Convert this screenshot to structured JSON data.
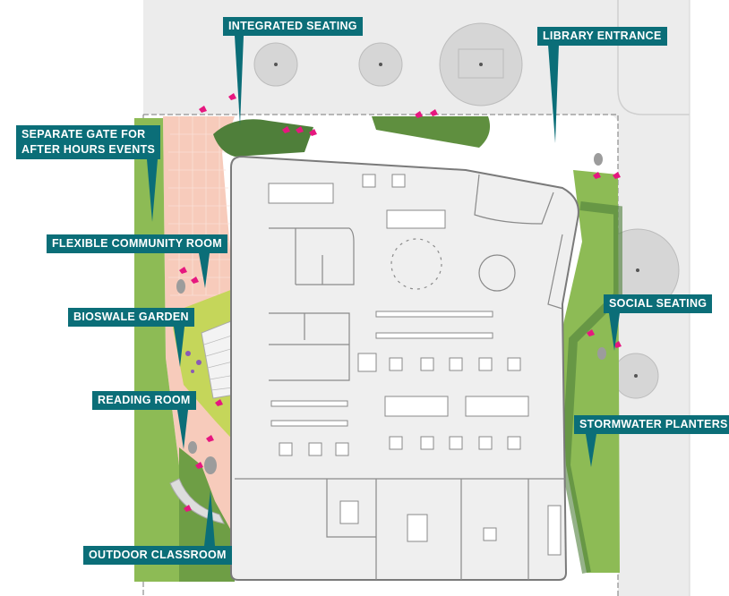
{
  "title": "Library site plan",
  "colors": {
    "label_bg": "#0b6e78",
    "plaza": "#f7cbbb",
    "planting": "#7fae4a",
    "dark_planting": "#4f7f3a",
    "building": "#efefef",
    "sidewalk": "#ebebeb",
    "seating": "#e6177f"
  },
  "labels": {
    "integrated_seating": "INTEGRATED SEATING",
    "library_entrance": "LIBRARY ENTRANCE",
    "separate_gate_line1": "SEPARATE GATE FOR",
    "separate_gate_line2": "AFTER HOURS EVENTS",
    "flexible_community_room": "FLEXIBLE COMMUNITY ROOM",
    "bioswale_garden": "BIOSWALE GARDEN",
    "reading_room": "READING ROOM",
    "social_seating": "SOCIAL SEATING",
    "stormwater_planters": "STORMWATER PLANTERS",
    "outdoor_classroom": "OUTDOOR CLASSROOM"
  }
}
